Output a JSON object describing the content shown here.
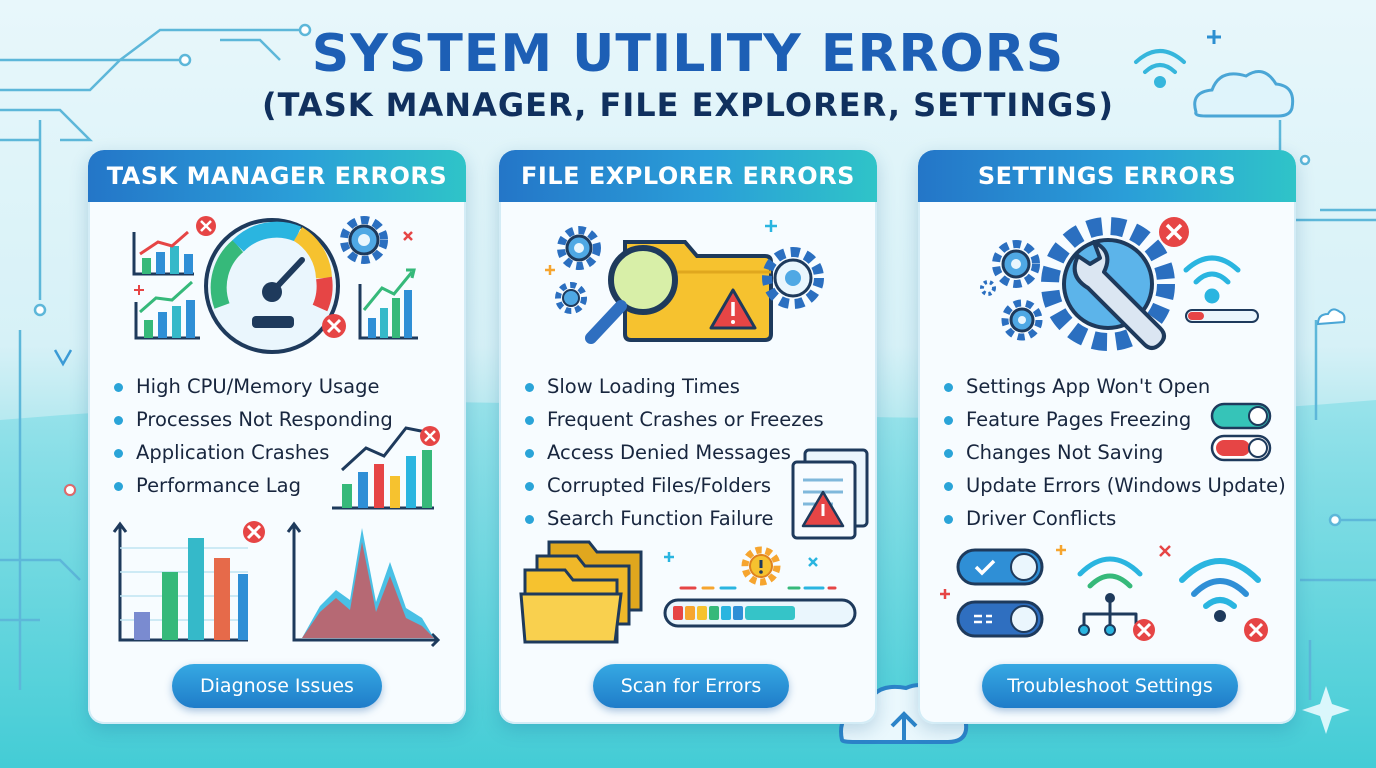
{
  "title": {
    "line1": "SYSTEM UTILITY ERRORS",
    "line2": "(TASK MANAGER, FILE EXPLORER, SETTINGS)"
  },
  "cards": [
    {
      "header": "TASK MANAGER ERRORS",
      "bullets": [
        "High CPU/Memory Usage",
        "Processes Not Responding",
        "Application Crashes",
        "Performance Lag"
      ],
      "button": "Diagnose Issues"
    },
    {
      "header": "FILE EXPLORER ERRORS",
      "bullets": [
        "Slow Loading Times",
        "Frequent Crashes or Freezes",
        "Access Denied Messages",
        "Corrupted Files/Folders",
        "Search Function Failure"
      ],
      "button": "Scan for Errors"
    },
    {
      "header": "SETTINGS ERRORS",
      "bullets": [
        "Settings App Won't Open",
        "Feature Pages Freezing",
        "Changes Not Saving",
        "Update Errors (Windows Update)",
        "Driver Conflicts"
      ],
      "button": "Troubleshoot Settings"
    }
  ],
  "icons": [
    "circuit-lines",
    "wifi-icon",
    "cloud-icon",
    "bar-chart-icon",
    "speedometer-icon",
    "gear-icon",
    "error-icon",
    "folder-icon",
    "magnifier-icon",
    "warning-icon",
    "document-icon",
    "progress-bar",
    "wrench-icon",
    "toggle-switch-icon",
    "cloud-upload-icon"
  ],
  "colors": {
    "title_blue": "#1d5fb5",
    "header_blue": "#2476c8",
    "header_teal": "#2fc4c8",
    "error_red": "#e64545",
    "folder_yellow": "#f6c22f"
  }
}
